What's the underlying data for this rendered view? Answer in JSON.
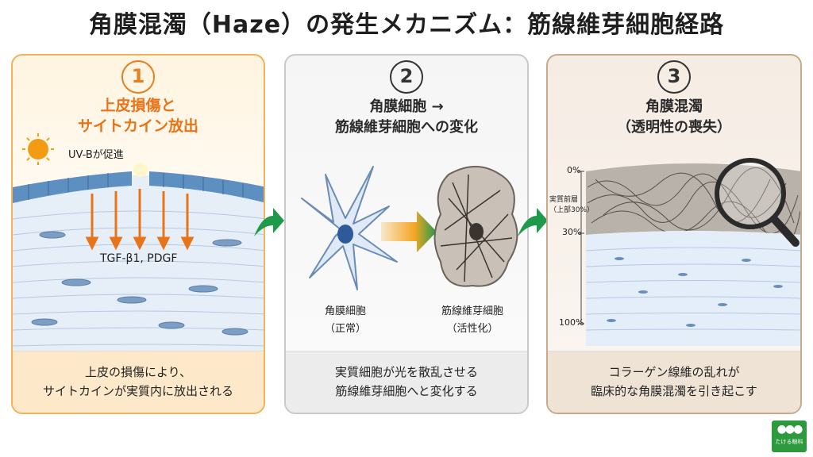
{
  "title": "角膜混濁（Haze）の発生メカニズム：筋線維芽細胞経路",
  "panels": [
    {
      "number": "1",
      "title_line1": "上皮損傷と",
      "title_line2": "サイトカイン放出",
      "uv_label": "UV-Bが促進",
      "cytokine_label": "TGF-β1, PDGF",
      "caption_line1": "上皮の損傷により、",
      "caption_line2": "サイトカインが実質内に放出される"
    },
    {
      "number": "2",
      "title_line1": "角膜細胞 →",
      "title_line2": "筋線維芽細胞への変化",
      "cell_left_line1": "角膜細胞",
      "cell_left_line2": "（正常）",
      "cell_right_line1": "筋線維芽細胞",
      "cell_right_line2": "（活性化）",
      "caption_line1": "実質細胞が光を散乱させる",
      "caption_line2": "筋線維芽細胞へと変化する"
    },
    {
      "number": "3",
      "title_line1": "角膜混濁",
      "title_line2": "（透明性の喪失）",
      "depth_0": "0%",
      "depth_30": "30%",
      "depth_100": "100%",
      "layer_label_line1": "実質前層",
      "layer_label_line2": "（上部30%）",
      "caption_line1": "コラーゲン線維の乱れが",
      "caption_line2": "臨床的な角膜混濁を引き起こす"
    }
  ],
  "logo_text": "たける眼科",
  "colors": {
    "accent_orange": "#e8741a",
    "arrow_green": "#1f9a4a",
    "panel1_border": "#f0b25a",
    "panel3_border": "#c8a98a"
  }
}
